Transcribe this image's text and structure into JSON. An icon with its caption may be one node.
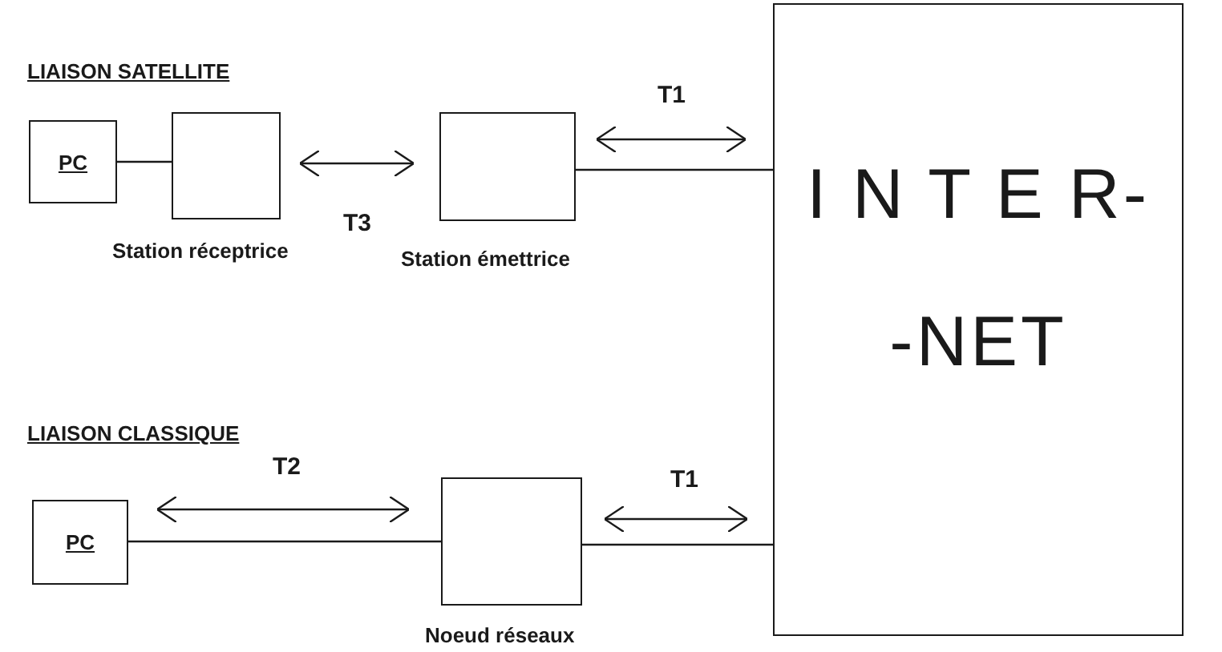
{
  "diagram": {
    "nodes": [
      {
        "text": [
          "PC"
        ]
      },
      {
        "text": [],
        "shape": "box",
        "beside": [
          "Station réceptrice"
        ]
      },
      {
        "text": [],
        "shape": "box",
        "beside": [
          "Station émettrice"
        ]
      },
      {
        "text": [
          "I N T E R-",
          "-NET"
        ]
      },
      {
        "text": [
          "PC"
        ]
      },
      {
        "text": [],
        "shape": "box",
        "beside": [
          "Noeud réseaux"
        ]
      }
    ],
    "edges": [
      {
        "from": 0,
        "to": 1,
        "arrow": "none"
      },
      {
        "from": 1,
        "to": 2,
        "arrow": "both",
        "label": "T3"
      },
      {
        "from": 2,
        "to": 3,
        "arrow": "none"
      },
      {
        "from": 2,
        "to": 3,
        "arrow": "both",
        "label": "T1"
      },
      {
        "from": 4,
        "to": 5,
        "arrow": "none"
      },
      {
        "from": 4,
        "to": 5,
        "arrow": "both",
        "label": "T2"
      },
      {
        "from": 5,
        "to": 3,
        "arrow": "none"
      },
      {
        "from": 5,
        "to": 3,
        "arrow": "both",
        "label": "T1"
      }
    ],
    "labels": [
      "LIAISON SATELLITE",
      "LIAISON CLASSIQUE"
    ]
  }
}
